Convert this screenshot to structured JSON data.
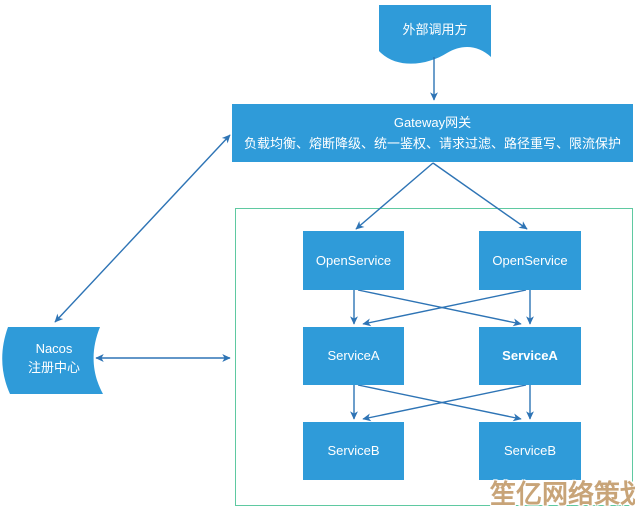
{
  "diagram": {
    "external_caller": {
      "label": "外部调用方"
    },
    "gateway": {
      "title": "Gateway网关",
      "subtitle": "负载均衡、熔断降级、统一鉴权、请求过滤、路径重写、限流保护"
    },
    "nacos": {
      "name": "Nacos",
      "role": "注册中心"
    },
    "services": [
      {
        "label": "OpenService"
      },
      {
        "label": "OpenService"
      },
      {
        "label": "ServiceA"
      },
      {
        "label": "ServiceA"
      },
      {
        "label": "ServiceB"
      },
      {
        "label": "ServiceB"
      }
    ],
    "watermark": "笙亿网络策划",
    "colors": {
      "node_fill": "#2f9bd9",
      "arrow": "#2e74b5",
      "container_border": "#5fc9a1",
      "watermark_text": "#c8a478",
      "label_text": "#ffffff"
    }
  }
}
